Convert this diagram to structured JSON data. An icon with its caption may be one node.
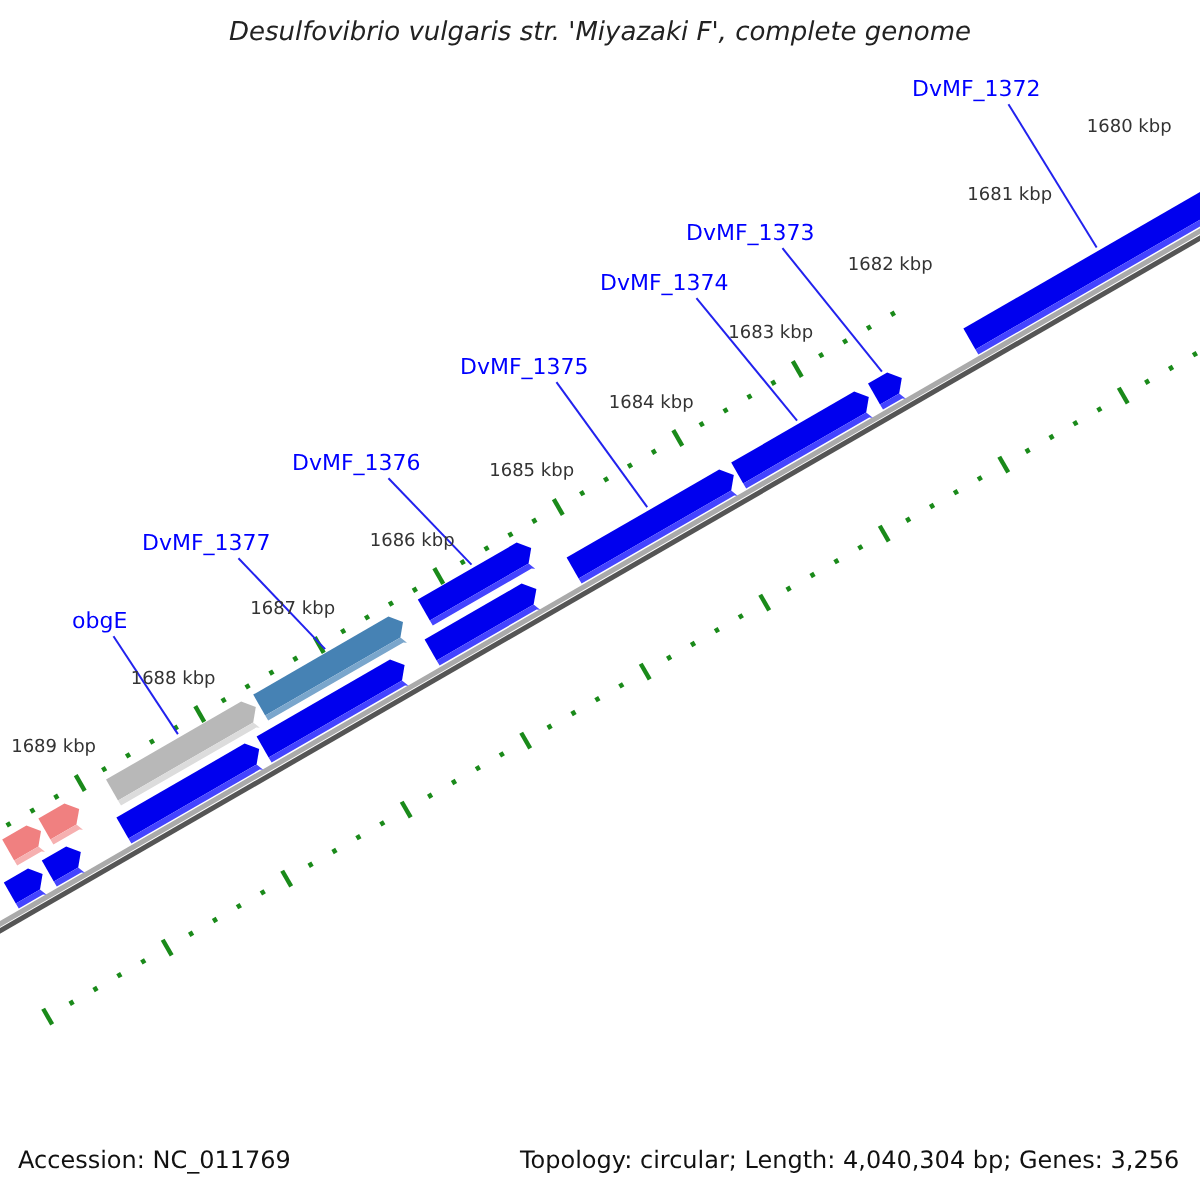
{
  "diagram": {
    "title": "Desulfovibrio vulgaris str. 'Miyazaki F', complete genome",
    "nodes": [
      {
        "text": [
          "obgE"
        ]
      },
      {
        "text": [
          "DvMF_1377"
        ]
      },
      {
        "text": [
          "DvMF_1376"
        ]
      },
      {
        "text": [
          "DvMF_1375"
        ]
      },
      {
        "text": [
          "DvMF_1374"
        ]
      },
      {
        "text": [
          "DvMF_1373"
        ]
      },
      {
        "text": [
          "DvMF_1372"
        ]
      },
      {
        "text": [],
        "shape": "bar"
      },
      {
        "text": [],
        "shape": "bar"
      },
      {
        "text": [],
        "shape": "bar"
      },
      {
        "text": [],
        "shape": "bar"
      },
      {
        "text": [],
        "shape": "bar"
      },
      {
        "text": [],
        "shape": "bar"
      },
      {
        "text": [],
        "shape": "bar"
      },
      {
        "text": [],
        "shape": "bar"
      },
      {
        "text": [],
        "shape": "bar"
      },
      {
        "text": [],
        "shape": "bar"
      },
      {
        "text": [],
        "shape": "bar"
      },
      {
        "text": [],
        "shape": "bar"
      },
      {
        "text": [],
        "shape": "bar"
      },
      {
        "text": [],
        "shape": "bar"
      }
    ],
    "edges": [
      {
        "from": 0,
        "to": 11,
        "arrow": "none"
      },
      {
        "from": 1,
        "to": 13,
        "arrow": "none"
      },
      {
        "from": 2,
        "to": 15,
        "arrow": "none"
      },
      {
        "from": 3,
        "to": 17,
        "arrow": "none"
      },
      {
        "from": 4,
        "to": 18,
        "arrow": "none"
      },
      {
        "from": 5,
        "to": 19,
        "arrow": "none"
      },
      {
        "from": 6,
        "to": 20,
        "arrow": "none"
      }
    ],
    "labels": [
      "1680 kbp",
      "1681 kbp",
      "1682 kbp",
      "1683 kbp",
      "1684 kbp",
      "1685 kbp",
      "1686 kbp",
      "1687 kbp",
      "1688 kbp",
      "1689 kbp",
      "Accession: NC_011769",
      "Topology: circular; Length: 4,040,304 bp; Genes: 3,256"
    ]
  }
}
